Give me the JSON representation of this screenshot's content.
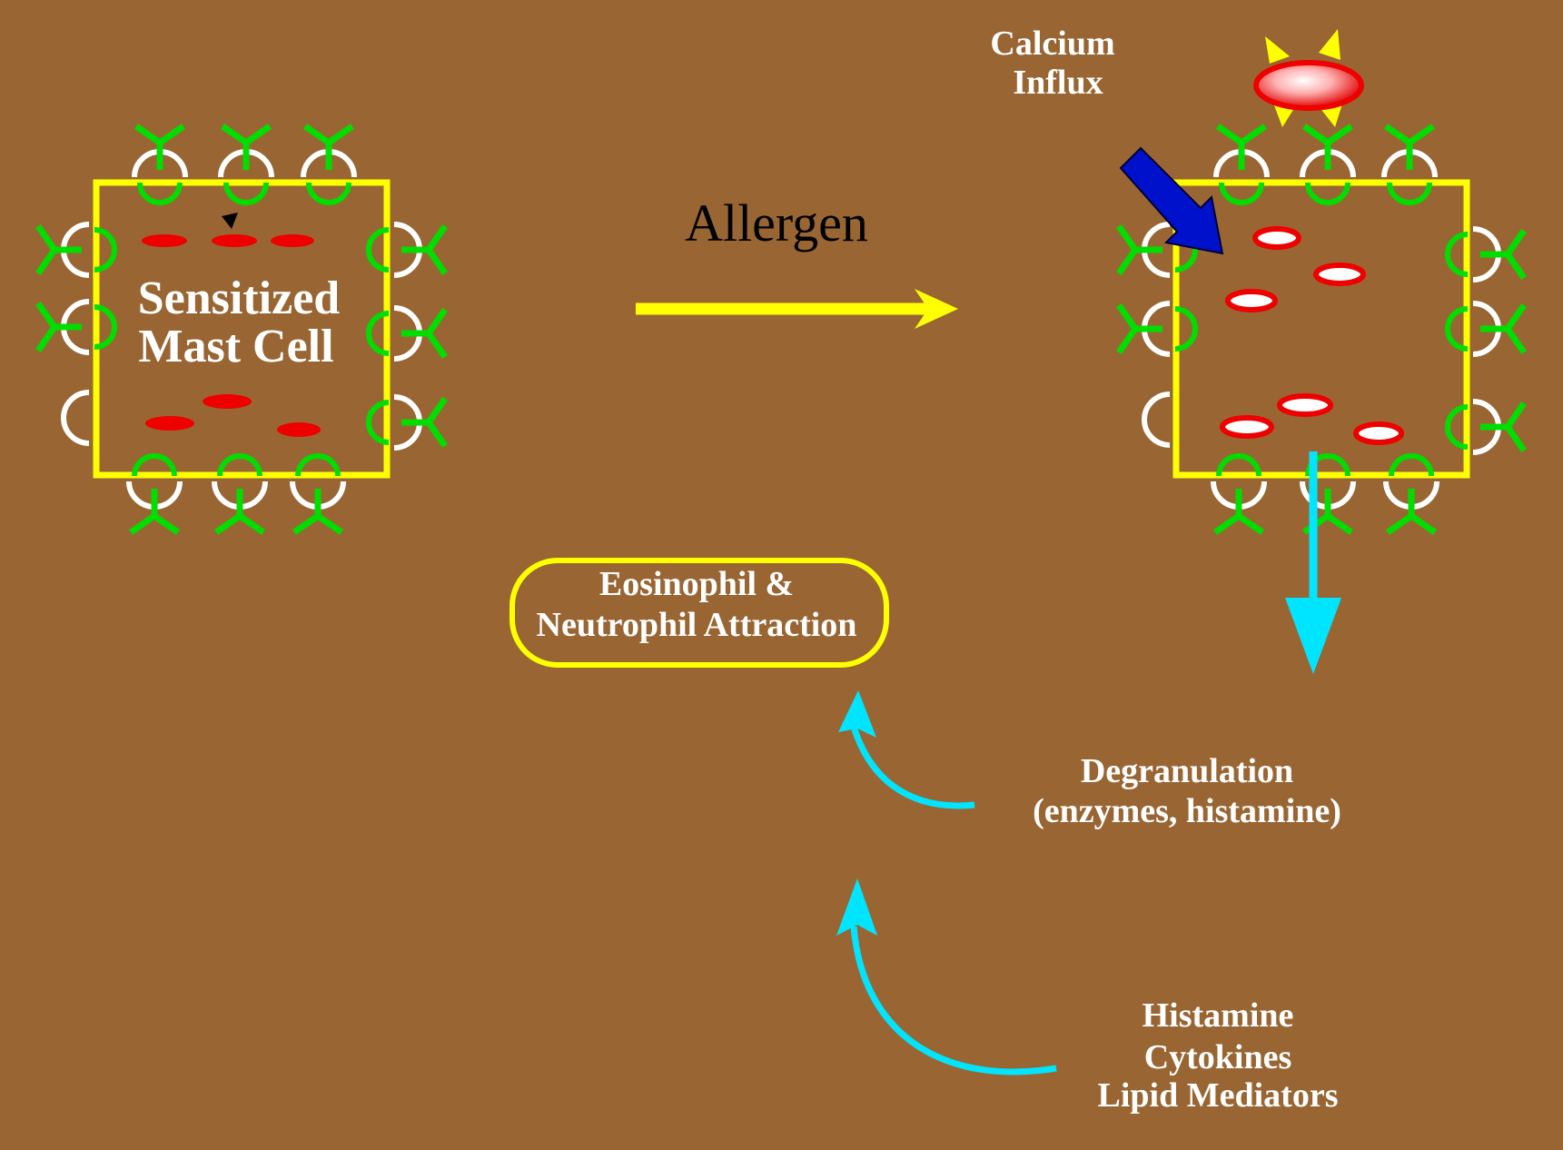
{
  "left_cell": {
    "label_line1": "Sensitized",
    "label_line2": "Mast Cell"
  },
  "arrow_label": "Allergen",
  "calcium": {
    "line1": "Calcium",
    "line2": "Influx"
  },
  "attraction_box": {
    "line1": "Eosinophil &",
    "line2": "Neutrophil Attraction"
  },
  "degranulation": {
    "line1": "Degranulation",
    "line2": "(enzymes, histamine)"
  },
  "mediators": {
    "line1": "Histamine",
    "line2": "Cytokines",
    "line3": "Lipid Mediators"
  },
  "colors": {
    "background": "#996633",
    "membrane": "#ffff00",
    "antibody": "#00dd00",
    "receptor": "#ffffff",
    "granule": "#ee0000",
    "calcium_arrow": "#0011cc",
    "flow_arrow": "#00e5ff",
    "allergen_arrow": "#ffff00"
  }
}
